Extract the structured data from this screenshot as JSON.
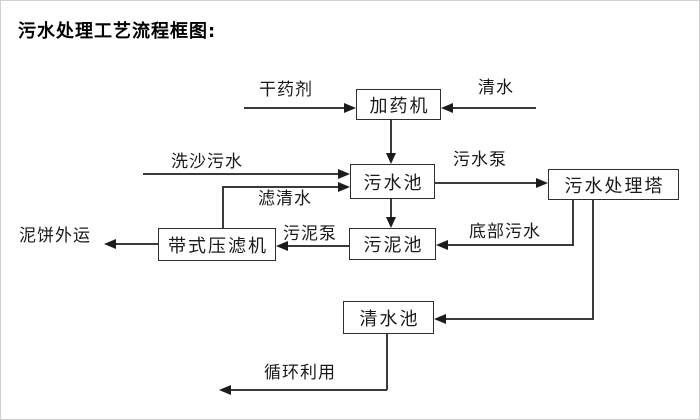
{
  "title": "污水处理工艺流程框图:",
  "colors": {
    "background": "#ffffff",
    "line": "#3a3a3a",
    "box_border": "#2f2f2f",
    "text": "#1a1a1a"
  },
  "nodes": {
    "dosing_machine": {
      "label": "加药机"
    },
    "sewage_pool": {
      "label": "污水池"
    },
    "treatment_tower": {
      "label": "污水处理塔"
    },
    "sludge_pool": {
      "label": "污泥池"
    },
    "belt_filter_press": {
      "label": "带式压滤机"
    },
    "clean_water_pool": {
      "label": "清水池"
    }
  },
  "edge_labels": {
    "dry_chemical": "干药剂",
    "clean_water": "清水",
    "sand_washing_sewage": "洗沙污水",
    "filtered_water": "滤清水",
    "sewage_pump": "污水泵",
    "bottom_sewage": "底部污水",
    "sludge_pump": "污泥泵",
    "mud_cake_out": "泥饼外运",
    "recycle_use": "循环利用"
  }
}
